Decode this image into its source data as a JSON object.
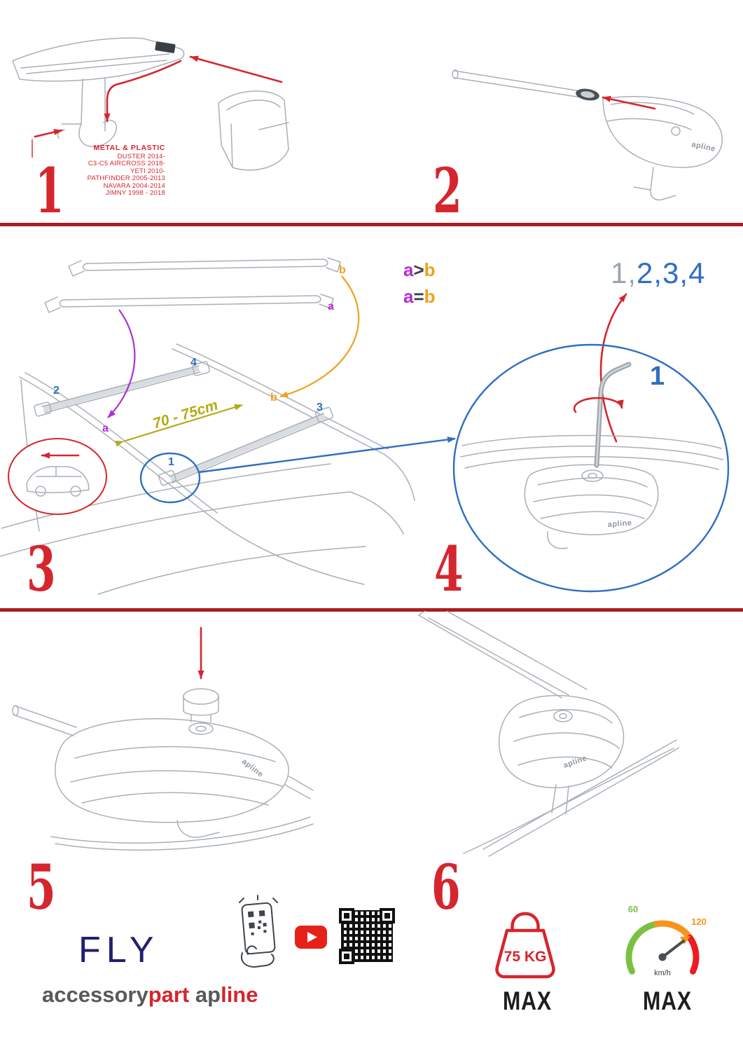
{
  "colors": {
    "accent_red": "#d6252d",
    "divider_red": "#a81e24",
    "blue": "#2f6fc0",
    "purple": "#b12fd1",
    "orange": "#f0a11a",
    "olive": "#b4aa17",
    "navy": "#221f6e",
    "gray_text": "#58595b",
    "sketch_gray": "#a9b0b8",
    "youtube_red": "#e62117",
    "speed_green": "#7ac143",
    "speed_orange": "#f7941d",
    "speed_red": "#ed1c24"
  },
  "step1": {
    "num": "1",
    "material": "METAL & PLASTIC",
    "models": [
      "DUSTER 2014-",
      "C3-C5 AIRCROSS 2018-",
      "YETI 2010-",
      "PATHFINDER 2005-2013",
      "NAVARA 2004-2014",
      "JIMNY 1998 - 2018"
    ]
  },
  "step2": {
    "num": "2",
    "logo": "apline"
  },
  "step3": {
    "num": "3",
    "bar_a": "a",
    "bar_b": "b",
    "cmp_a": "a",
    "cmp_gt": ">",
    "cmp_eq": "=",
    "cmp_b": "b",
    "distance": "70 - 75cm",
    "pos_1": "1",
    "pos_2": "2",
    "pos_3": "3",
    "pos_4": "4",
    "roof_a": "a",
    "roof_b": "b"
  },
  "step4": {
    "num": "4",
    "sequence_first": "1,",
    "sequence_rest": "2,3,4",
    "callout": "1",
    "logo": "apline"
  },
  "step5": {
    "num": "5",
    "logo": "apline"
  },
  "step6": {
    "num": "6",
    "logo": "apline"
  },
  "footer": {
    "product": "FLY",
    "brand_gray": "accessory",
    "brand_red": "part",
    "brand2_gray": "ap",
    "brand2_red": "line",
    "weight": "75 KG",
    "weight_max": "MAX",
    "speed_low": "60",
    "speed_high": "120",
    "speed_unit": "km/h",
    "speed_max": "MAX"
  }
}
